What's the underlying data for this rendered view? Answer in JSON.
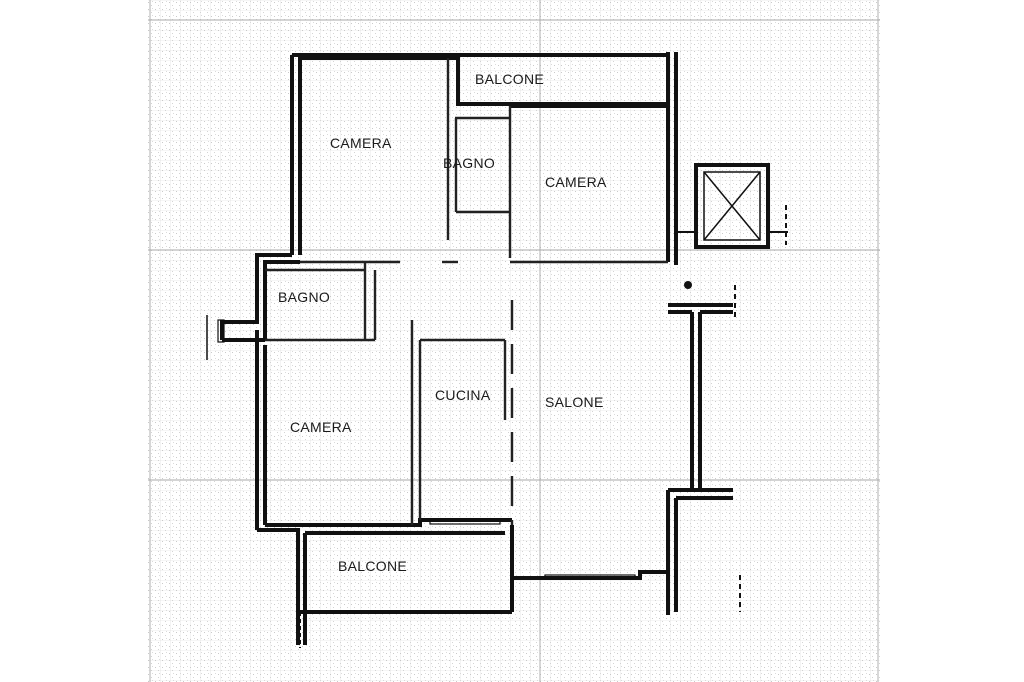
{
  "floor_plan": {
    "rooms": {
      "balcone_top": "BALCONE",
      "camera_top_left": "CAMERA",
      "bagno_top": "BAGNO",
      "camera_top_right": "CAMERA",
      "bagno_left": "BAGNO",
      "camera_bottom_left": "CAMERA",
      "cucina": "CUCINA",
      "salone": "SALONE",
      "balcone_bottom": "BALCONE"
    },
    "icons": [
      "elevator-shaft-icon"
    ],
    "colors": {
      "ink": "#111111",
      "grid": "#c8c8c8",
      "paper": "#ffffff"
    }
  }
}
